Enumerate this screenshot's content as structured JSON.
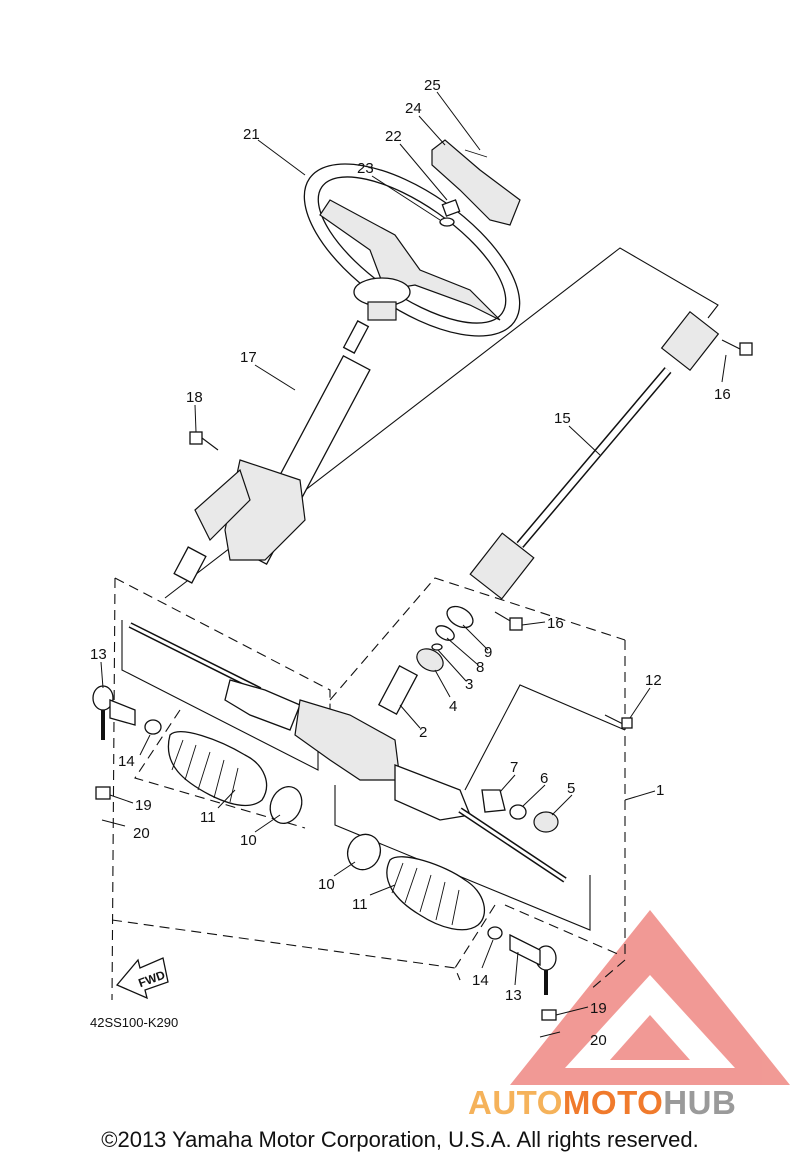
{
  "callouts": [
    {
      "id": "25",
      "text": "25"
    },
    {
      "id": "24",
      "text": "24"
    },
    {
      "id": "21",
      "text": "21"
    },
    {
      "id": "22",
      "text": "22"
    },
    {
      "id": "23",
      "text": "23"
    },
    {
      "id": "17",
      "text": "17"
    },
    {
      "id": "16a",
      "text": "16"
    },
    {
      "id": "15",
      "text": "15"
    },
    {
      "id": "18",
      "text": "18"
    },
    {
      "id": "16b",
      "text": "16"
    },
    {
      "id": "9",
      "text": "9"
    },
    {
      "id": "8",
      "text": "8"
    },
    {
      "id": "3",
      "text": "3"
    },
    {
      "id": "4",
      "text": "4"
    },
    {
      "id": "2",
      "text": "2"
    },
    {
      "id": "13a",
      "text": "13"
    },
    {
      "id": "12",
      "text": "12"
    },
    {
      "id": "14a",
      "text": "14"
    },
    {
      "id": "7",
      "text": "7"
    },
    {
      "id": "6",
      "text": "6"
    },
    {
      "id": "5",
      "text": "5"
    },
    {
      "id": "1",
      "text": "1"
    },
    {
      "id": "19a",
      "text": "19"
    },
    {
      "id": "11a",
      "text": "11"
    },
    {
      "id": "20a",
      "text": "20"
    },
    {
      "id": "10a",
      "text": "10"
    },
    {
      "id": "10b",
      "text": "10"
    },
    {
      "id": "11b",
      "text": "11"
    },
    {
      "id": "14b",
      "text": "14"
    },
    {
      "id": "13b",
      "text": "13"
    },
    {
      "id": "19b",
      "text": "19"
    },
    {
      "id": "20b",
      "text": "20"
    }
  ],
  "fwd_label": "FWD",
  "diagram_code": "42SS100-K290",
  "copyright": "©2013 Yamaha Motor Corporation, U.S.A. All rights reserved.",
  "watermark": {
    "part1": "AUTO",
    "part2": "MOTO",
    "part3": "HUB"
  },
  "colors": {
    "watermark_red": "#e8574f",
    "brand_light": "#f5b25a",
    "brand_orange": "#f07a2c",
    "brand_gray": "#9a9a9a"
  }
}
